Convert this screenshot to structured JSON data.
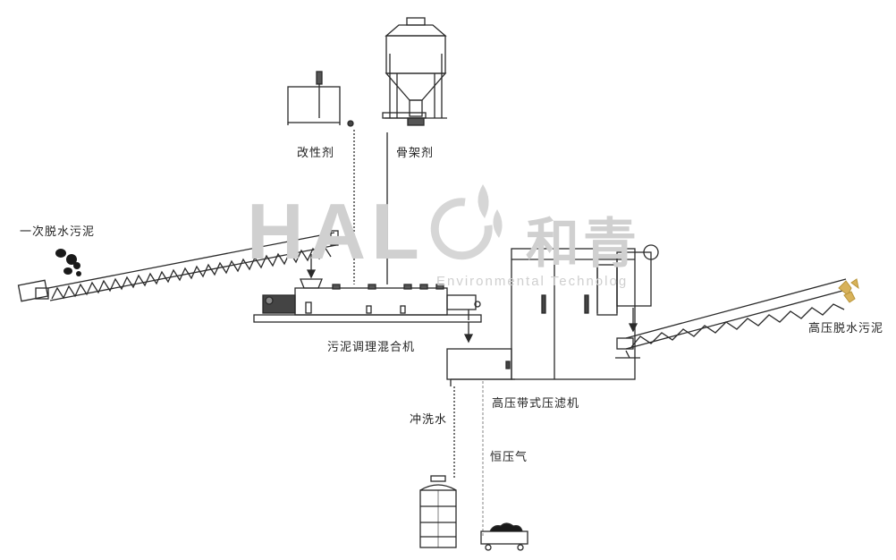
{
  "labels": {
    "modifier": "改性剂",
    "skeleton": "骨架剂",
    "primary_sludge": "一次脱水污泥",
    "hp_sludge": "高压脱水污泥",
    "mixer": "污泥调理混合机",
    "filter_press": "高压带式压滤机",
    "wash_water": "冲洗水",
    "const_pressure_air": "恒压气"
  },
  "watermark": {
    "brand_latin": "HAL",
    "brand_cn": "和青",
    "subtitle": "Environmental Technolog"
  },
  "colors": {
    "line": "#2a2a2a",
    "watermark": "#cfcfcf"
  }
}
